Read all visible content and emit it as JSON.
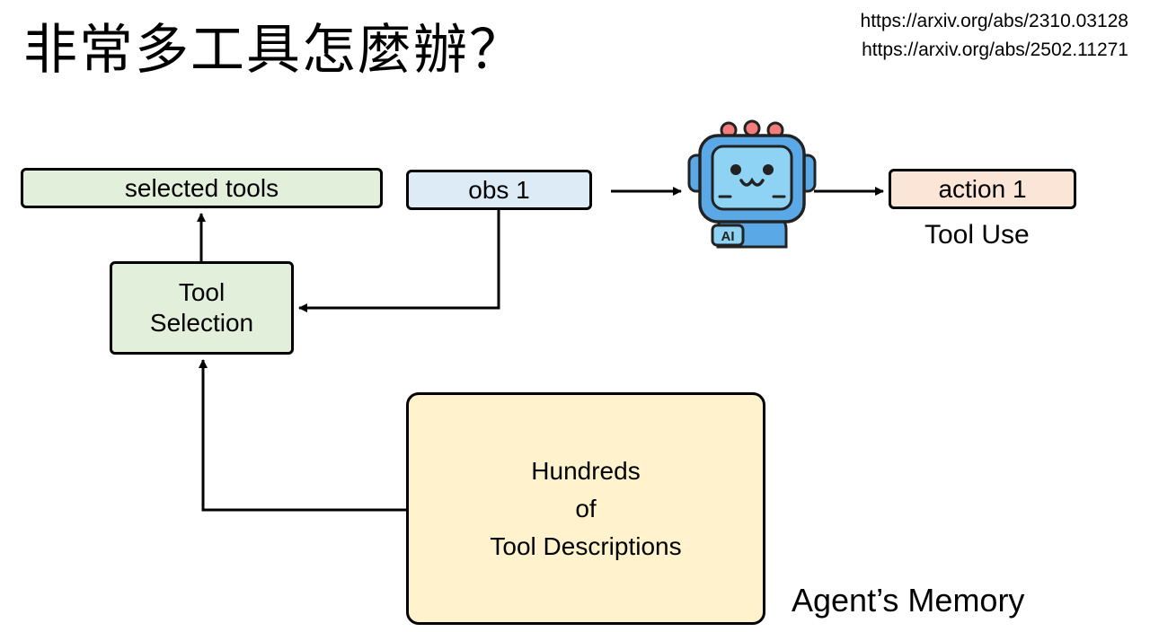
{
  "title": "非常多工具怎麼辦？",
  "references": [
    "https://arxiv.org/abs/2310.03128",
    "https://arxiv.org/abs/2502.11271"
  ],
  "nodes": {
    "selected_tools": "selected tools",
    "obs": "obs 1",
    "action": "action 1",
    "tool_use_label": "Tool Use",
    "tool_selection": [
      "Tool",
      "Selection"
    ],
    "memory_box": [
      "Hundreds",
      "of",
      "Tool Descriptions"
    ],
    "memory_label": "Agent’s Memory",
    "robot_badge": "AI"
  },
  "colors": {
    "selected_tools_fill": "#e2efda",
    "tool_selection_fill": "#e2efda",
    "obs_fill": "#ddebf7",
    "action_fill": "#fbe5d6",
    "memory_fill": "#fff2cc",
    "robot_screen": "#8fd3f4",
    "robot_body": "#5aa9e6",
    "robot_bulbs": "#f47c7c"
  },
  "icons": [
    "robot-agent-icon"
  ]
}
